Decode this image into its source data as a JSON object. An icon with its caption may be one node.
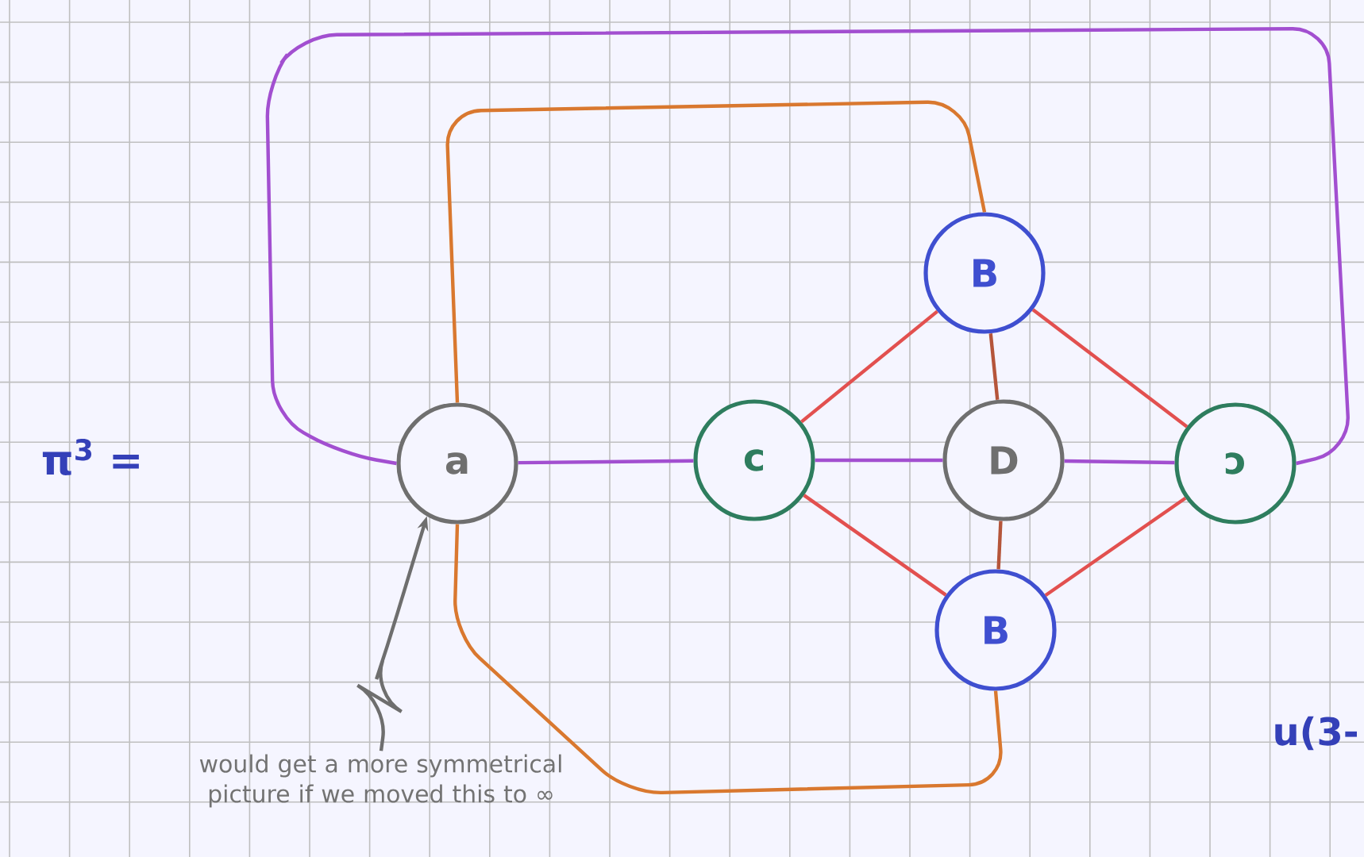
{
  "diagram": {
    "nodes": [
      {
        "text": [
          "a"
        ]
      },
      {
        "text": [
          "c"
        ]
      },
      {
        "text": [
          "B"
        ]
      },
      {
        "text": [
          "D"
        ]
      },
      {
        "text": [
          "ↄ"
        ]
      },
      {
        "text": [
          "B"
        ]
      },
      {
        "text": [
          "would get a more symmetrical picture if we moved this to ∞"
        ]
      }
    ],
    "edges": [
      {
        "from": 0,
        "to": 1,
        "arrow": "none",
        "color": "#a24fd0"
      },
      {
        "from": 1,
        "to": 3,
        "arrow": "none",
        "color": "#a24fd0"
      },
      {
        "from": 3,
        "to": 4,
        "arrow": "none",
        "color": "#a24fd0"
      },
      {
        "from": 4,
        "to": 0,
        "arrow": "none",
        "color": "#a24fd0"
      },
      {
        "from": 0,
        "to": 2,
        "arrow": "none",
        "color": "#d9782f"
      },
      {
        "from": 0,
        "to": 5,
        "arrow": "none",
        "color": "#d9782f"
      },
      {
        "from": 1,
        "to": 2,
        "arrow": "none",
        "color": "#e2504f"
      },
      {
        "from": 1,
        "to": 5,
        "arrow": "none",
        "color": "#e2504f"
      },
      {
        "from": 2,
        "to": 4,
        "arrow": "none",
        "color": "#e2504f"
      },
      {
        "from": 5,
        "to": 4,
        "arrow": "none",
        "color": "#e2504f"
      },
      {
        "from": 2,
        "to": 3,
        "arrow": "none",
        "color": "#b5553a"
      },
      {
        "from": 3,
        "to": 5,
        "arrow": "none",
        "color": "#b5553a"
      },
      {
        "from": 6,
        "to": 0,
        "arrow": "to",
        "color": "#6e6e6e"
      }
    ],
    "labels": [
      "π$^{3}$ =",
      "u(3-"
    ]
  }
}
